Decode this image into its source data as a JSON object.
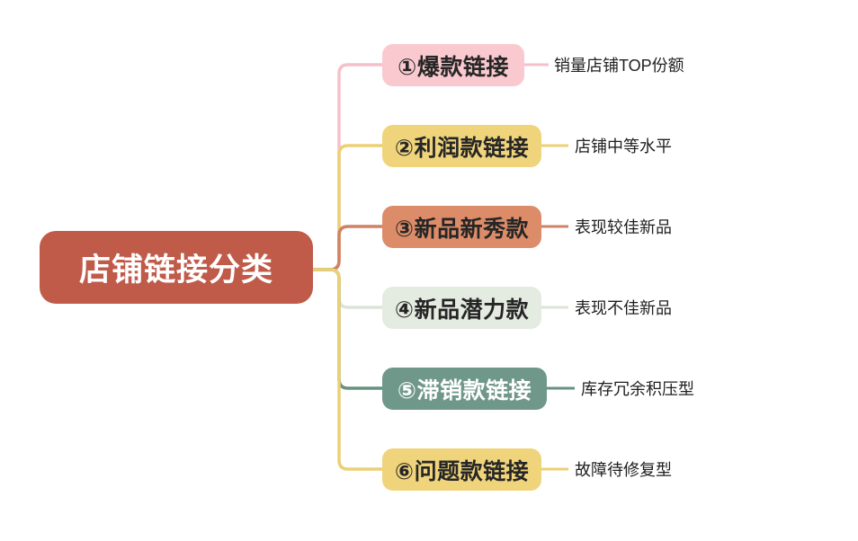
{
  "diagram": {
    "type": "mindmap",
    "background_color": "#ffffff"
  },
  "root": {
    "label": "店铺链接分类",
    "bg_color": "#c05b4a",
    "text_color": "#ffffff"
  },
  "branches": [
    {
      "index": "①",
      "label": "①爆款链接",
      "note": "销量店铺TOP份额",
      "bg_color": "#f9c9cf",
      "line_color": "#f6c0ca",
      "text_color": "#262626"
    },
    {
      "index": "②",
      "label": "②利润款链接",
      "note": "店铺中等水平",
      "bg_color": "#f0d47c",
      "line_color": "#ecd075",
      "text_color": "#262626"
    },
    {
      "index": "③",
      "label": "③新品新秀款",
      "note": "表现较佳新品",
      "bg_color": "#dd8c69",
      "line_color": "#cf8264",
      "text_color": "#262626"
    },
    {
      "index": "④",
      "label": "④新品潜力款",
      "note": "表现不佳新品",
      "bg_color": "#e4ebe0",
      "line_color": "#dce4d8",
      "text_color": "#262626"
    },
    {
      "index": "⑤",
      "label": "⑤滞销款链接",
      "note": "库存冗余积压型",
      "bg_color": "#70988a",
      "line_color": "#68917f",
      "text_color": "#ffffff"
    },
    {
      "index": "⑥",
      "label": "⑥问题款链接",
      "note": "故障待修复型",
      "bg_color": "#f0d47c",
      "line_color": "#ecd075",
      "text_color": "#262626"
    }
  ]
}
